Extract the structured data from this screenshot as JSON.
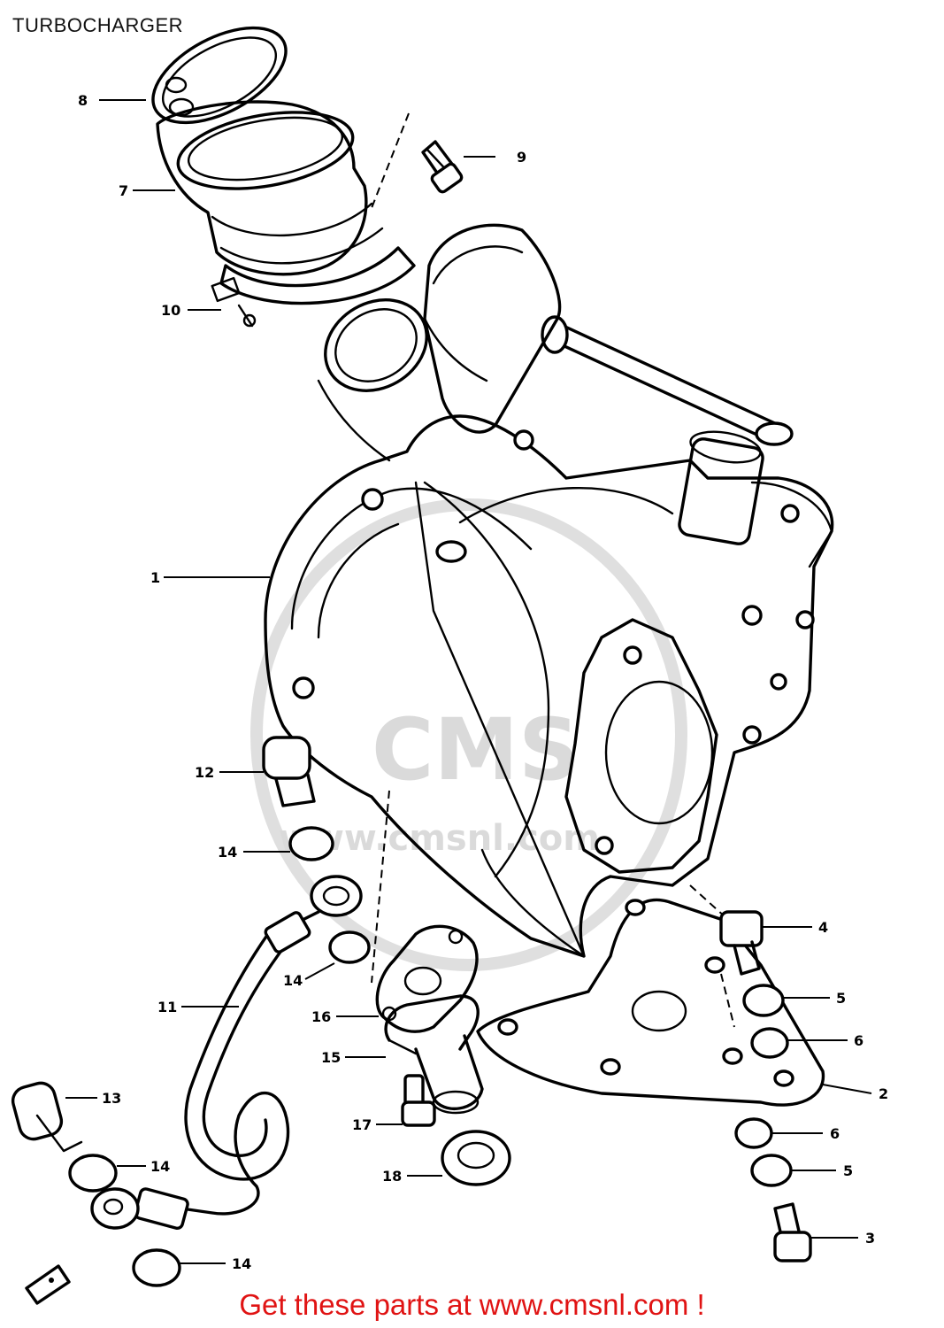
{
  "title": "TURBOCHARGER",
  "promo": "Get these parts at www.cmsnl.com !",
  "watermark": {
    "logo_text": "CMS",
    "url_text": "www.cmsnl.com",
    "color": "#d6d6d6"
  },
  "colors": {
    "promo": "#e01313",
    "lines": "#000000",
    "background": "#ffffff"
  },
  "callouts": [
    {
      "id": "8",
      "label": "8"
    },
    {
      "id": "9",
      "label": "9"
    },
    {
      "id": "7",
      "label": "7"
    },
    {
      "id": "10",
      "label": "10"
    },
    {
      "id": "1",
      "label": "1"
    },
    {
      "id": "12",
      "label": "12"
    },
    {
      "id": "14a",
      "label": "14"
    },
    {
      "id": "4",
      "label": "4"
    },
    {
      "id": "14b",
      "label": "14"
    },
    {
      "id": "5a",
      "label": "5"
    },
    {
      "id": "11",
      "label": "11"
    },
    {
      "id": "16",
      "label": "16"
    },
    {
      "id": "6a",
      "label": "6"
    },
    {
      "id": "15",
      "label": "15"
    },
    {
      "id": "2",
      "label": "2"
    },
    {
      "id": "13",
      "label": "13"
    },
    {
      "id": "17",
      "label": "17"
    },
    {
      "id": "6b",
      "label": "6"
    },
    {
      "id": "14c",
      "label": "14"
    },
    {
      "id": "18",
      "label": "18"
    },
    {
      "id": "5b",
      "label": "5"
    },
    {
      "id": "3",
      "label": "3"
    },
    {
      "id": "14d",
      "label": "14"
    }
  ]
}
